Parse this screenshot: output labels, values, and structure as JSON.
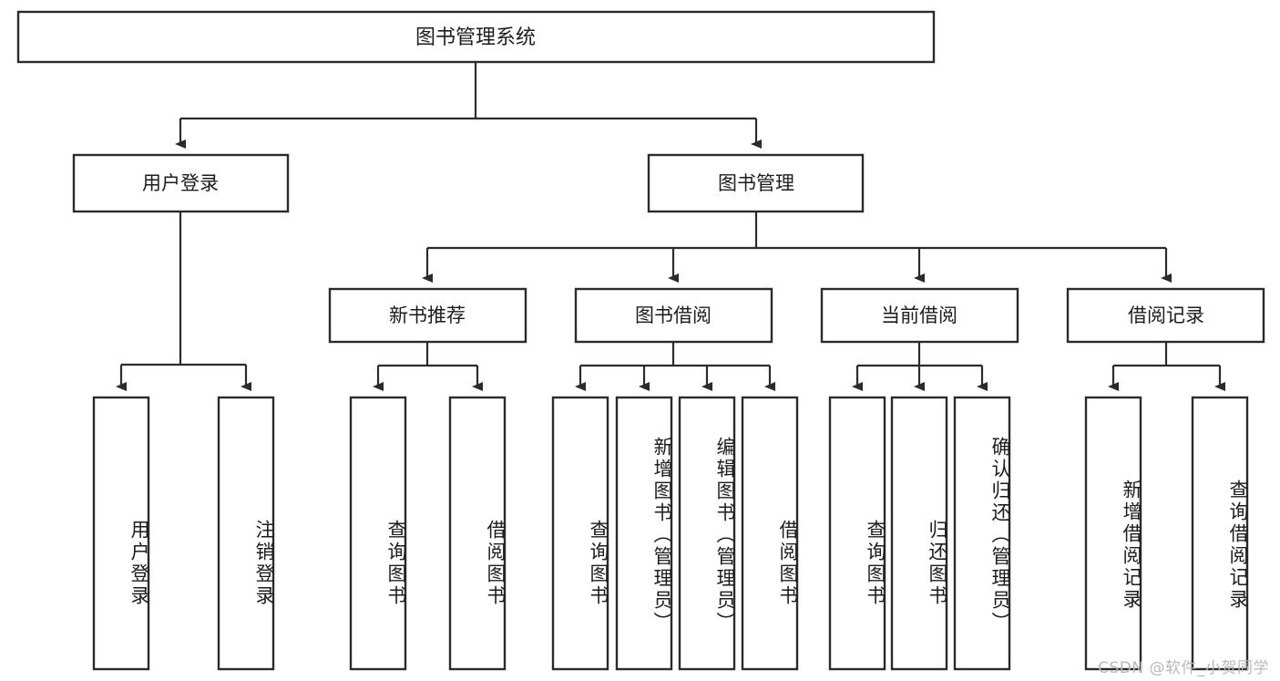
{
  "diagram": {
    "title": "图书管理系统",
    "type": "tree-hierarchy-chart",
    "orientation": "top-down",
    "style": {
      "box_fill": "#ffffff",
      "box_stroke": "#2b2b2b",
      "text_color": "#1c1c1c",
      "background": "#ffffff",
      "watermark_color": "#b9b9b9"
    },
    "root": {
      "label": "图书管理系统"
    },
    "level2": [
      {
        "label": "用户登录"
      },
      {
        "label": "图书管理"
      }
    ],
    "level3": [
      {
        "label": "新书推荐"
      },
      {
        "label": "图书借阅"
      },
      {
        "label": "当前借阅"
      },
      {
        "label": "借阅记录"
      }
    ],
    "leaves": {
      "user_login": [
        {
          "label": "用户登录"
        },
        {
          "label": "注销登录"
        }
      ],
      "new_book_recommend": [
        {
          "label": "查询图书"
        },
        {
          "label": "借阅图书"
        }
      ],
      "book_borrow": [
        {
          "label": "查询图书"
        },
        {
          "label": "新增图书（管理员）"
        },
        {
          "label": "编辑图书（管理员）"
        },
        {
          "label": "借阅图书"
        }
      ],
      "current_borrow": [
        {
          "label": "查询图书"
        },
        {
          "label": "归还图书"
        },
        {
          "label": "确认归还（管理员）"
        }
      ],
      "borrow_record": [
        {
          "label": "新增借阅记录"
        },
        {
          "label": "查询借阅记录"
        }
      ]
    },
    "watermark": "CSDN @软件_小贺同学"
  }
}
